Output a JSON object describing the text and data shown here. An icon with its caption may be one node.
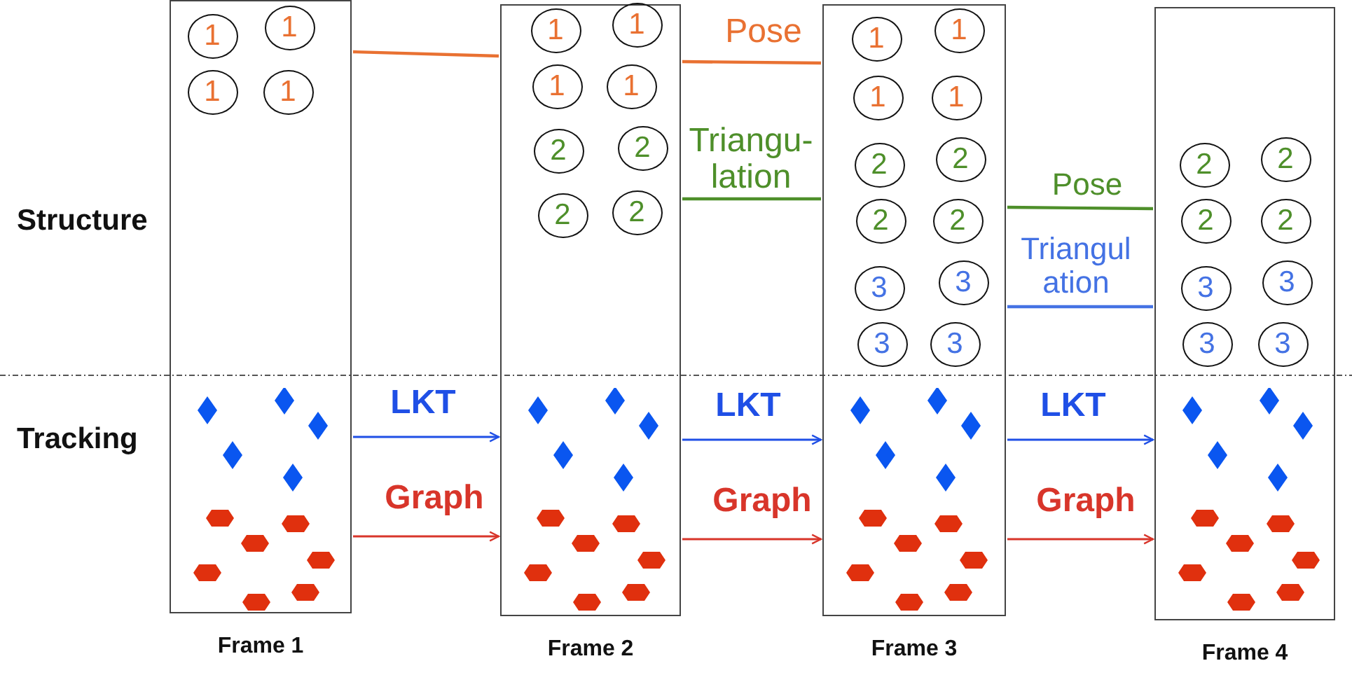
{
  "diagram": {
    "nodes": [
      {
        "text": [
          "Frame 1"
        ]
      },
      {
        "text": [
          "1"
        ],
        "in": 0
      },
      {
        "text": [
          "1"
        ],
        "in": 0
      },
      {
        "text": [
          "1"
        ],
        "in": 0
      },
      {
        "text": [
          "1"
        ],
        "in": 0
      },
      {
        "text": [
          "Frame 2"
        ]
      },
      {
        "text": [
          "1"
        ],
        "in": 5
      },
      {
        "text": [
          "1"
        ],
        "in": 5
      },
      {
        "text": [
          "1"
        ],
        "in": 5
      },
      {
        "text": [
          "1"
        ],
        "in": 5
      },
      {
        "text": [
          "2"
        ],
        "in": 5
      },
      {
        "text": [
          "2"
        ],
        "in": 5
      },
      {
        "text": [
          "2"
        ],
        "in": 5
      },
      {
        "text": [
          "2"
        ],
        "in": 5
      },
      {
        "text": [
          "Frame 3"
        ]
      },
      {
        "text": [
          "1"
        ],
        "in": 14
      },
      {
        "text": [
          "1"
        ],
        "in": 14
      },
      {
        "text": [
          "1"
        ],
        "in": 14
      },
      {
        "text": [
          "1"
        ],
        "in": 14
      },
      {
        "text": [
          "2"
        ],
        "in": 14
      },
      {
        "text": [
          "2"
        ],
        "in": 14
      },
      {
        "text": [
          "2"
        ],
        "in": 14
      },
      {
        "text": [
          "2"
        ],
        "in": 14
      },
      {
        "text": [
          "3"
        ],
        "in": 14
      },
      {
        "text": [
          "3"
        ],
        "in": 14
      },
      {
        "text": [
          "3"
        ],
        "in": 14
      },
      {
        "text": [
          "3"
        ],
        "in": 14
      },
      {
        "text": [
          "Frame 4"
        ]
      },
      {
        "text": [
          "2"
        ],
        "in": 27
      },
      {
        "text": [
          "2"
        ],
        "in": 27
      },
      {
        "text": [
          "2"
        ],
        "in": 27
      },
      {
        "text": [
          "2"
        ],
        "in": 27
      },
      {
        "text": [
          "3"
        ],
        "in": 27
      },
      {
        "text": [
          "3"
        ],
        "in": 27
      },
      {
        "text": [
          "3"
        ],
        "in": 27
      },
      {
        "text": [
          "3"
        ],
        "in": 27
      }
    ],
    "edges": [
      {
        "from": 0,
        "to": 5,
        "arrow": "none",
        "color": "#e97132"
      },
      {
        "from": 5,
        "to": 14,
        "arrow": "none",
        "label": "Pose",
        "color": "#e97132"
      },
      {
        "from": 5,
        "to": 14,
        "arrow": "none",
        "label": "Triangu- lation",
        "color": "#4e8f2a"
      },
      {
        "from": 14,
        "to": 27,
        "arrow": "none",
        "label": "Pose",
        "color": "#4e8f2a"
      },
      {
        "from": 14,
        "to": 27,
        "arrow": "none",
        "label": "Triangul ation",
        "color": "#4472e4"
      },
      {
        "from": 0,
        "to": 5,
        "arrow": "to",
        "label": "LKT",
        "color": "#1f4fe6"
      },
      {
        "from": 5,
        "to": 14,
        "arrow": "to",
        "label": "LKT",
        "color": "#1f4fe6"
      },
      {
        "from": 14,
        "to": 27,
        "arrow": "to",
        "label": "LKT",
        "color": "#1f4fe6"
      },
      {
        "from": 0,
        "to": 5,
        "arrow": "to",
        "label": "Graph",
        "color": "#d8352a"
      },
      {
        "from": 5,
        "to": 14,
        "arrow": "to",
        "label": "Graph",
        "color": "#d8352a"
      },
      {
        "from": 14,
        "to": 27,
        "arrow": "to",
        "label": "Graph",
        "color": "#d8352a"
      }
    ],
    "labels": [
      "Structure",
      "Tracking"
    ]
  }
}
